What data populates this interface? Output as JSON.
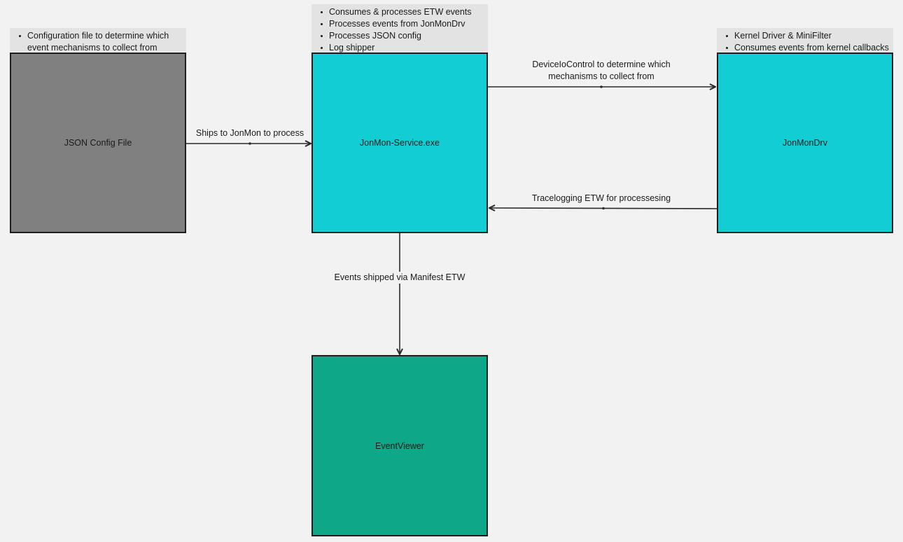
{
  "nodes": {
    "config": {
      "label": "JSON Config File",
      "color": "#808080",
      "notes": [
        "Configuration file to determine which event mechanisms to collect from"
      ]
    },
    "service": {
      "label": "JonMon-Service.exe",
      "color": "#12ced4",
      "notes": [
        "Consumes & processes ETW events",
        "Processes events from JonMonDrv",
        "Processes JSON config",
        "Log shipper"
      ]
    },
    "driver": {
      "label": "JonMonDrv",
      "color": "#12ced4",
      "notes": [
        "Kernel Driver & MiniFilter",
        "Consumes events from kernel callbacks"
      ]
    },
    "viewer": {
      "label": "EventViewer",
      "color": "#0ea787"
    }
  },
  "edges": {
    "config_to_service": "Ships to JonMon to process",
    "service_to_driver": [
      "DeviceIoControl to determine which",
      "mechanisms to collect from"
    ],
    "driver_to_service": "Tracelogging ETW for processesing",
    "service_to_viewer": "Events shipped via Manifest ETW"
  }
}
